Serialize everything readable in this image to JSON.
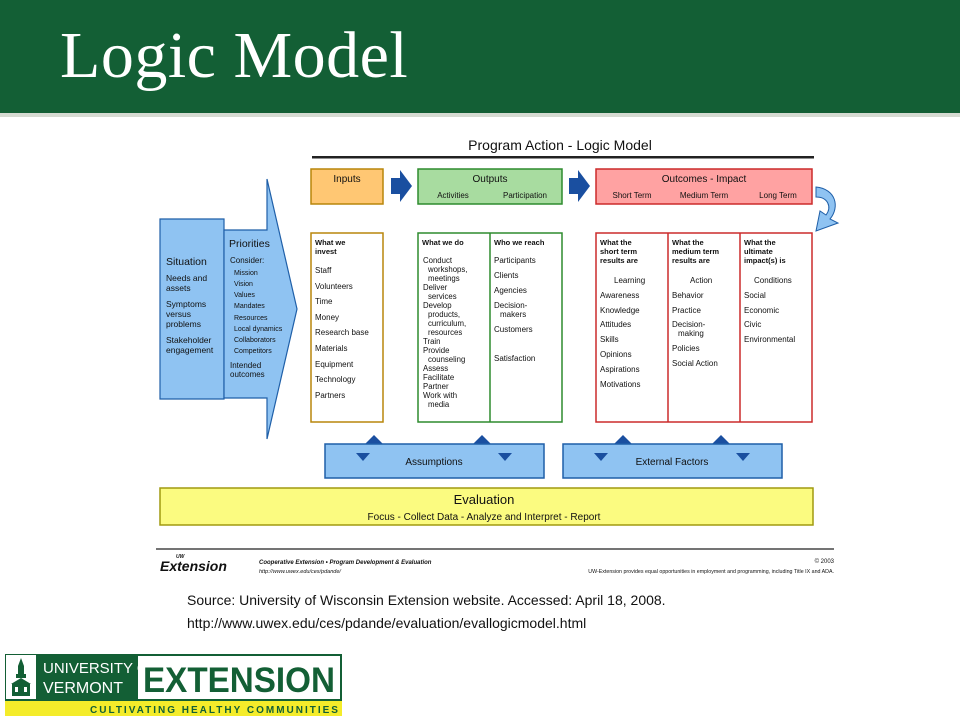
{
  "slide": {
    "title": "Logic Model"
  },
  "diagram": {
    "title": "Program Action - Logic Model",
    "situation": {
      "label": "Situation",
      "items": [
        "Needs and",
        "assets",
        "Symptoms",
        "versus",
        "problems",
        "Stakeholder",
        "engagement"
      ]
    },
    "priorities": {
      "label": "Priorities",
      "consider": "Consider:",
      "items": [
        "Mission",
        "Vision",
        "Values",
        "Mandates",
        "Resources",
        "Local dynamics",
        "Collaborators",
        "Competitors"
      ],
      "intended": [
        "Intended",
        "outcomes"
      ]
    },
    "inputs": {
      "label": "Inputs",
      "heading": [
        "What we",
        "invest"
      ],
      "items": [
        "Staff",
        "Volunteers",
        "Time",
        "Money",
        "Research base",
        "Materials",
        "Equipment",
        "Technology",
        "Partners"
      ]
    },
    "outputs": {
      "label": "Outputs",
      "sub1": "Activities",
      "sub2": "Participation",
      "activities_heading": "What we do",
      "activities": [
        "Conduct",
        "workshops,",
        "meetings",
        "Deliver",
        "services",
        "Develop",
        "products,",
        "curriculum,",
        "resources",
        "Train",
        "Provide",
        "counseling",
        "Assess",
        "Facilitate",
        "Partner",
        "Work with",
        "media"
      ],
      "participation_heading": "Who we reach",
      "participation": [
        "Participants",
        "Clients",
        "Agencies",
        "Decision-",
        "makers",
        "Customers",
        "Satisfaction"
      ]
    },
    "outcomes": {
      "label": "Outcomes - Impact",
      "sub1": "Short Term",
      "sub2": "Medium Term",
      "sub3": "Long Term",
      "short_heading": [
        "What the",
        "short term",
        "results are"
      ],
      "short": [
        "Learning",
        "Awareness",
        "Knowledge",
        "Attitudes",
        "Skills",
        "Opinions",
        "Aspirations",
        "Motivations"
      ],
      "medium_heading": [
        "What the",
        "medium term",
        "results are"
      ],
      "medium": [
        "Action",
        "Behavior",
        "Practice",
        "Decision-",
        "making",
        "Policies",
        "Social Action"
      ],
      "long_heading": [
        "What the",
        "ultimate",
        "impact(s) is"
      ],
      "long": [
        "Conditions",
        "Social",
        "Economic",
        "Civic",
        "Environmental"
      ]
    },
    "assumptions": "Assumptions",
    "external_factors": "External Factors",
    "evaluation": {
      "title": "Evaluation",
      "subtitle": "Focus - Collect Data - Analyze and Interpret - Report"
    },
    "footer": {
      "brand": "Extension",
      "brand_prefix": "UW",
      "line1": "Cooperative Extension • Program Development & Evaluation",
      "url": "http://www.uwex.edu/ces/pdande/",
      "copyright": "© 2003",
      "notice": "UW-Extension provides equal opportunities in employment and programming, including Title IX and ADA."
    },
    "colors": {
      "inputs_fill": "#ffc773",
      "inputs_border": "#b8860b",
      "outputs_fill": "#a8dca0",
      "outputs_border": "#2e8b2e",
      "outcomes_fill": "#ffa2a2",
      "outcomes_border": "#cc2b2b",
      "blue_fill": "#8fc3f2",
      "blue_border": "#1f5fa8",
      "arrow_blue": "#1a4fa0",
      "eval_fill": "#fbfb80",
      "eval_border": "#a09a10"
    }
  },
  "source": {
    "line1": "Source: University of Wisconsin Extension website. Accessed: April 18, 2008.",
    "line2": "http://www.uwex.edu/ces/pdande/evaluation/evallogicmodel.html"
  },
  "logo": {
    "line1": "UNIVERSITY OF",
    "line2": "VERMONT",
    "word": "EXTENSION",
    "tagline": "CULTIVATING HEALTHY COMMUNITIES"
  }
}
